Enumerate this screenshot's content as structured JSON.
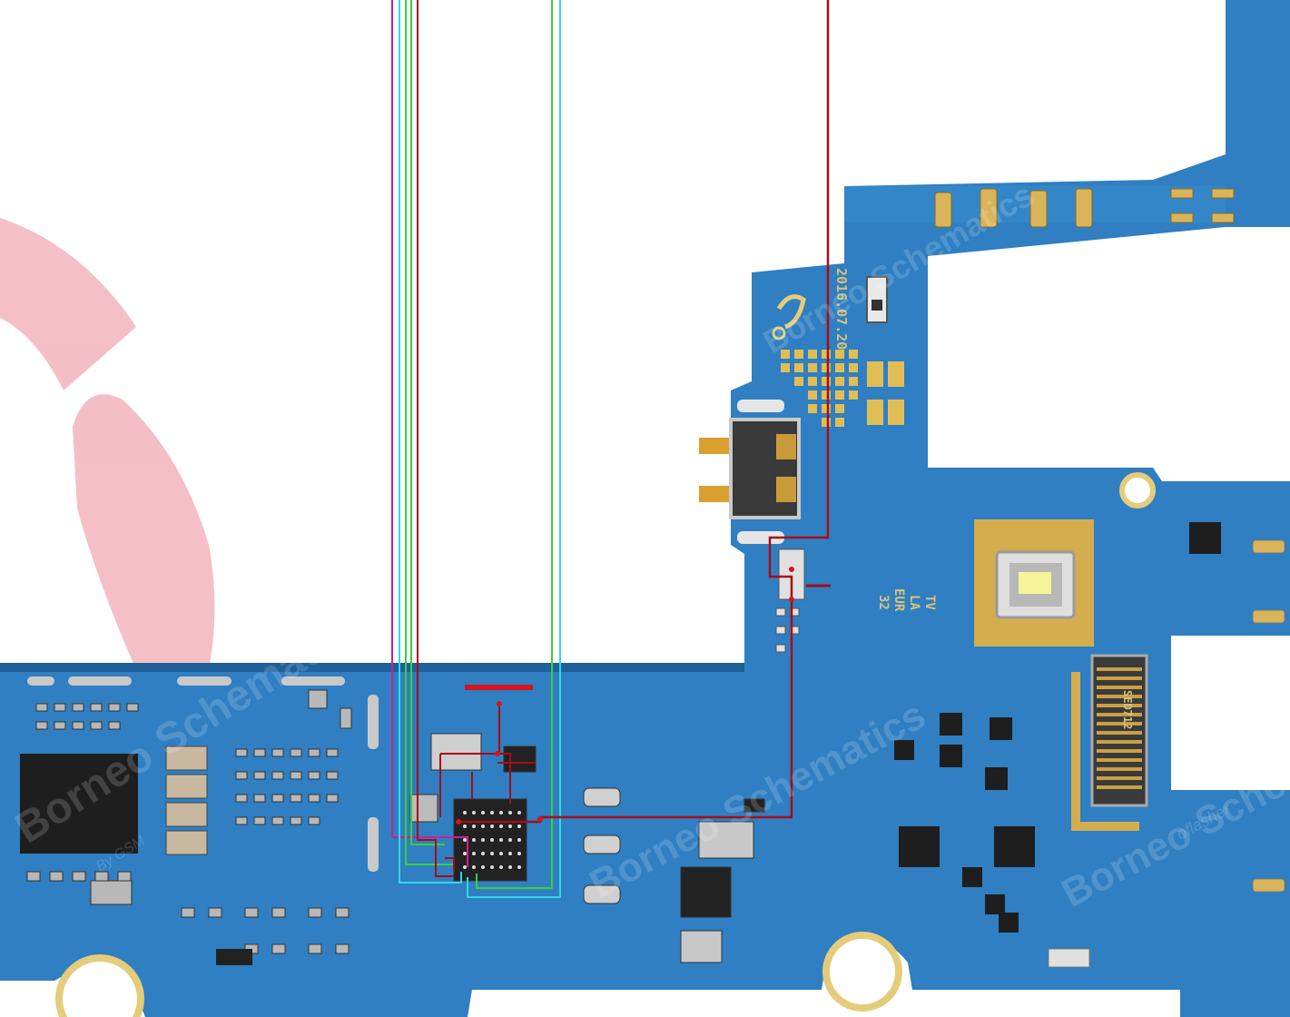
{
  "board": {
    "date_code": "2016.07.20",
    "region_codes": [
      "TV",
      "LA",
      "EUR",
      "32"
    ],
    "connector_code": "SED712"
  },
  "watermarks": {
    "brand_top": "Borneo Schematics",
    "brand_small": "By GSM",
    "brand_right": "oflasher"
  },
  "colors": {
    "pcb": "#2f7fc2",
    "pcb_dark": "#1f5f9a",
    "pad_gold": "#d9b45a",
    "trace_red": "#a80d16",
    "trace_green": "#3ccf3c",
    "trace_cyan": "#33d6e8",
    "trace_magenta": "#cc1f8e",
    "logo_pink": "#f1a9b4"
  },
  "icons": [
    "brand-logo-icon",
    "flash-led-icon",
    "battery-connector-icon"
  ]
}
